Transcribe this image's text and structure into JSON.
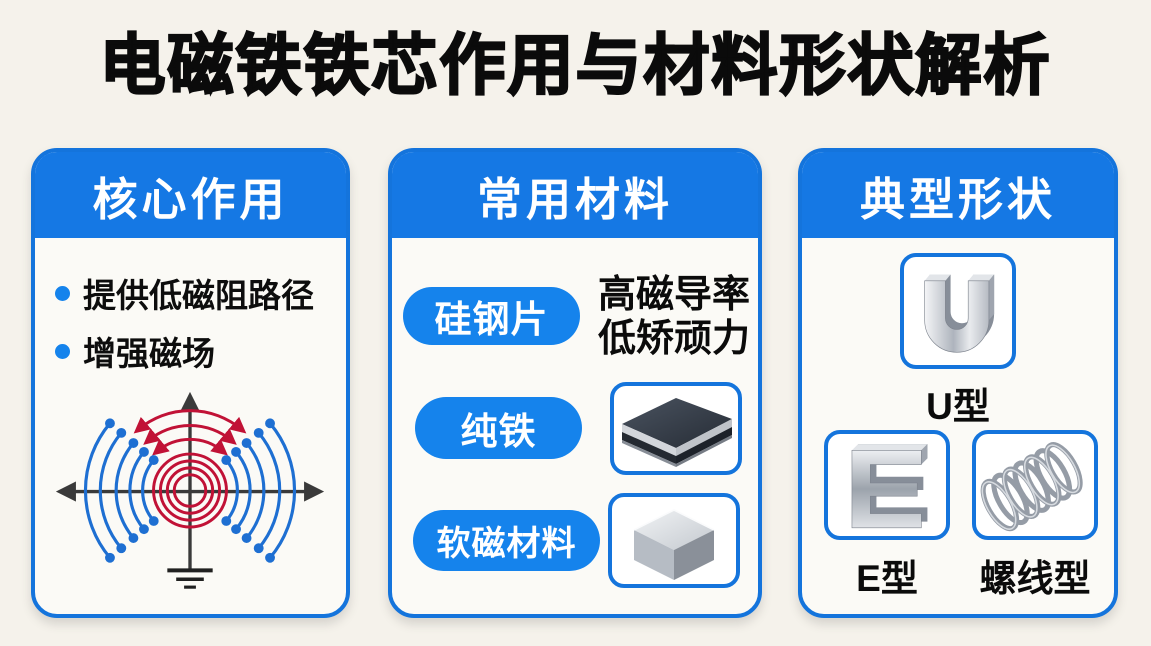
{
  "title": "电磁铁铁芯作用与材料形状解析",
  "colors": {
    "accent_blue": "#1578E4",
    "pill_blue": "#1583EC",
    "border_blue": "#1474DC",
    "page_background": "#F5F2EB",
    "card_background": "#FBFAF6",
    "title_text": "#0B0B0B",
    "header_text": "#FFFFFF",
    "diagram_red": "#C11236",
    "diagram_blue": "#1E6FD2",
    "axis_gray": "#3A3A3A",
    "metal_silver": "#C6CBD2"
  },
  "cards": [
    {
      "header": "核心作用",
      "bullets": [
        "提供低磁阻路径",
        "增强磁场"
      ],
      "diagram": "magnetic-field-coil-with-ground-symbol"
    },
    {
      "header": "常用材料",
      "rows": [
        {
          "pill": "硅钢片",
          "note_lines": [
            "高磁导率",
            "低矫顽力"
          ]
        },
        {
          "pill": "纯铁",
          "image": "laminated-steel-sheets"
        },
        {
          "pill": "软磁材料",
          "image": "polished-metal-cube"
        }
      ]
    },
    {
      "header": "典型形状",
      "shapes": [
        {
          "label": "U型",
          "icon": "u-core-icon"
        },
        {
          "label": "E型",
          "icon": "e-core-icon"
        },
        {
          "label": "螺线型",
          "icon": "solenoid-coil-icon"
        }
      ]
    }
  ]
}
